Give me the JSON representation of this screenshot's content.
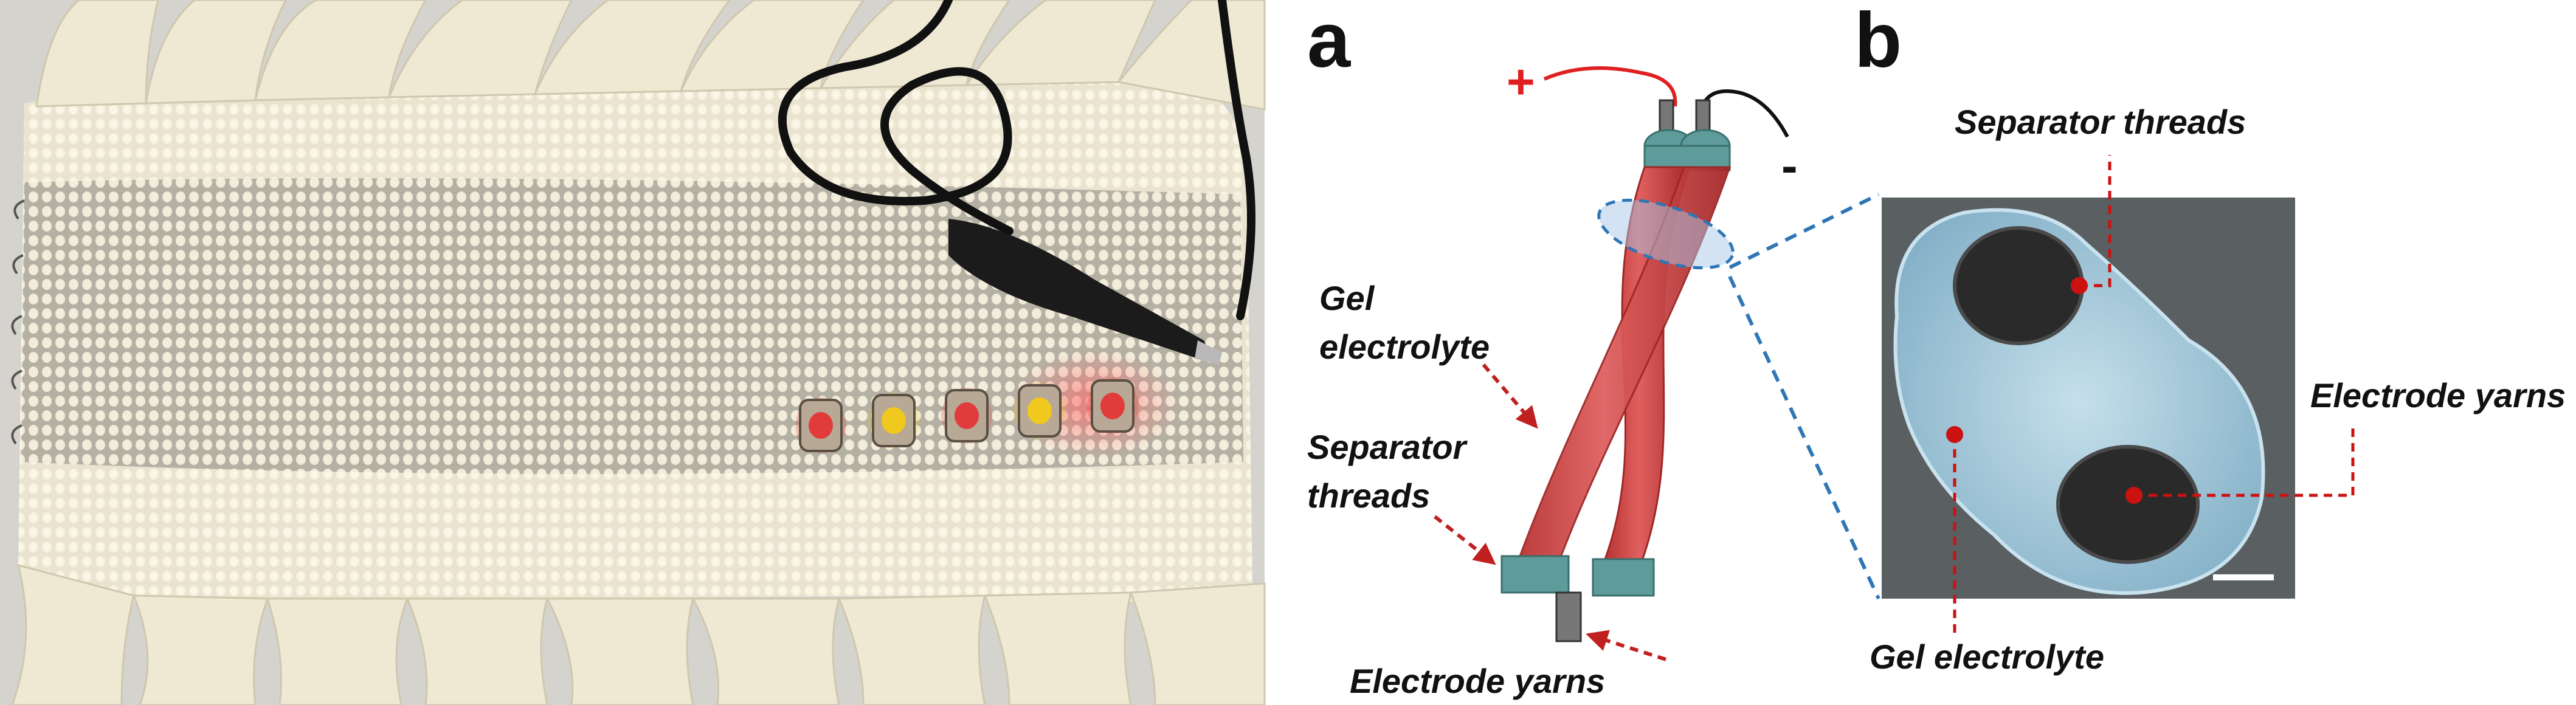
{
  "panels": {
    "a": {
      "letter": "a",
      "labels": {
        "gel_electrolyte_line1": "Gel",
        "gel_electrolyte_line2": "electrolyte",
        "separator_line1": "Separator",
        "separator_line2": "threads",
        "electrode_yarns": "Electrode yarns"
      },
      "plus_sign": "+",
      "minus_sign": "-",
      "colors": {
        "gel": "#d64a4a",
        "separator": "#5d9c9a",
        "electrode": "#666666",
        "positive_wire": "#e02020",
        "negative_wire": "#111111",
        "annotation_arrow": "#c02020"
      }
    },
    "b": {
      "letter": "b",
      "labels": {
        "separator_threads": "Separator threads",
        "electrode_yarns": "Electrode yarns",
        "gel_electrolyte": "Gel electrolyte"
      },
      "colors": {
        "gel": "#9fc6d9",
        "electrode": "#2a2a2a",
        "marker": "#cc1111",
        "leader_line": "#2f76b6"
      }
    }
  },
  "photo": {
    "led_colors": [
      "#e23b3b",
      "#f0c81e",
      "#e23b3b",
      "#f0c81e",
      "#e23b3b"
    ]
  }
}
